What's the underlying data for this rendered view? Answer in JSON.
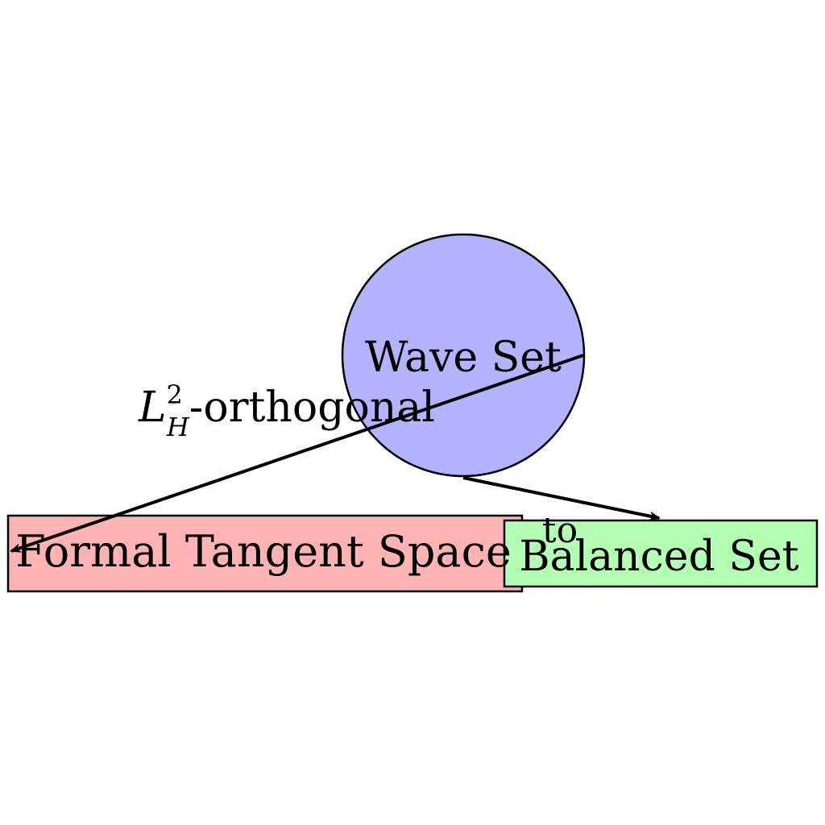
{
  "diagram": {
    "nodes": {
      "wave_set": {
        "label": "Wave Set",
        "fill": "#b3b3ff",
        "stroke": "#000000"
      },
      "formal_tangent_space": {
        "label": "Formal Tangent Space",
        "fill": "#ffb3b3",
        "stroke": "#000000"
      },
      "balanced_set": {
        "label": "Balanced Set",
        "fill": "#b3ffb3",
        "stroke": "#000000"
      }
    },
    "edges": {
      "wave_to_tangent": {
        "from": "Wave Set",
        "to": "Formal Tangent Space",
        "label_base": "L",
        "label_sup": "2",
        "label_sub": "H",
        "label_suffix": "-orthogonal"
      },
      "wave_to_balanced": {
        "from": "Wave Set",
        "to": "Balanced Set",
        "label": "to"
      }
    }
  }
}
